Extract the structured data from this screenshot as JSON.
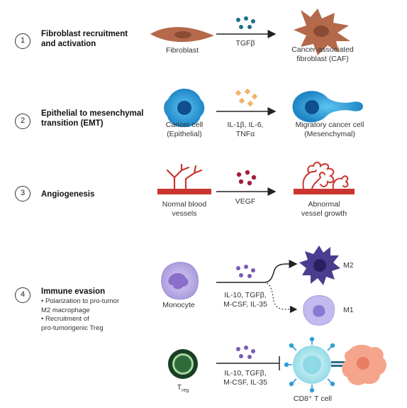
{
  "steps": [
    {
      "number": "1",
      "title_line1": "Fibroblast recruitment",
      "title_line2": "and activation",
      "left_label": "Fibroblast",
      "signal_label": "TGFβ",
      "right_label_line1": "Cancer-associated",
      "right_label_line2": "fibroblast (CAF)"
    },
    {
      "number": "2",
      "title_line1": "Epithelial to mesenchymal",
      "title_line2": "transition (EMT)",
      "left_label_line1": "Cancer cell",
      "left_label_line2": "(Epithelial)",
      "signal_label_line1": "IL-1β, IL-6,",
      "signal_label_line2": "TNFα",
      "right_label_line1": "Migratory cancer cell",
      "right_label_line2": "(Mesenchymal)"
    },
    {
      "number": "3",
      "title": "Angiogenesis",
      "left_label_line1": "Normal blood",
      "left_label_line2": "vessels",
      "signal_label": "VEGF",
      "right_label_line1": "Abnormal",
      "right_label_line2": "vessel growth"
    },
    {
      "number": "4",
      "title": "Immune evasion",
      "bullet1_line1": "• Polarization to pro-tumor",
      "bullet1_line2": "M2 macrophage",
      "bullet2_line1": "• Recruitment of",
      "bullet2_line2": "pro-tumorigenic Treg",
      "monocyte_label": "Monocyte",
      "signal_label_line1": "IL-10, TGFβ,",
      "signal_label_line2": "M-CSF, IL-35",
      "m2_label": "M2",
      "m1_label": "M1",
      "treg_label": "T",
      "treg_sub": "reg",
      "treg_signal_line1": "IL-10, TGFβ,",
      "treg_signal_line2": "M-CSF, IL-35",
      "cd8_label": "CD8⁺ T cell"
    }
  ],
  "colors": {
    "fibroblast": "#b4694a",
    "caf": "#b4694a",
    "tgfb_dots": "#1f6e8a",
    "cancer_cell": "#2f9fd8",
    "cytokine_dots": "#f2b166",
    "vessel": "#c8362f",
    "vegf_dots": "#a3203b",
    "monocyte": "#b6a8e0",
    "m2": "#4a3d8f",
    "m1": "#c3baf0",
    "mono_dots": "#7a5bb5",
    "treg": "#173f24",
    "cd8": "#9ee0ea",
    "tumor": "#f4a58c"
  }
}
